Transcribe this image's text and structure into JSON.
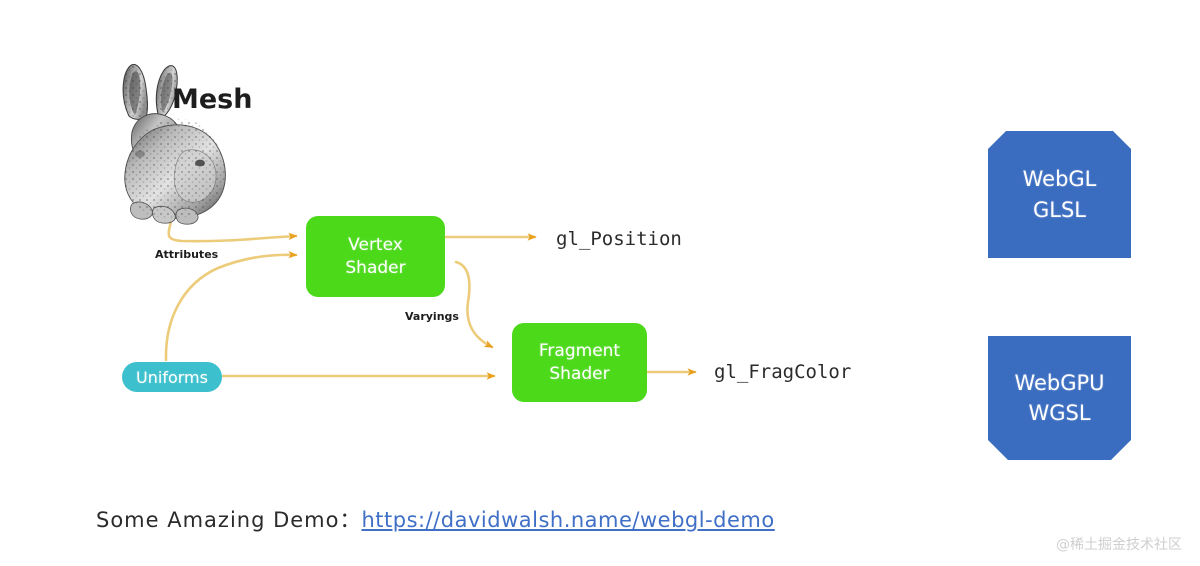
{
  "diagram": {
    "title": "WebGL shader pipeline",
    "mesh": {
      "label": "Mesh",
      "icon": "stanford-bunny-mesh"
    },
    "nodes": [
      {
        "id": "vertex-shader",
        "line1": "Vertex",
        "line2": "Shader",
        "color": "#4bd91a"
      },
      {
        "id": "fragment-shader",
        "line1": "Fragment",
        "line2": "Shader",
        "color": "#4bd91a"
      },
      {
        "id": "uniforms",
        "label": "Uniforms",
        "color": "#3cc0cd"
      }
    ],
    "edge_labels": {
      "attributes": "Attributes",
      "varyings": "Varyings"
    },
    "outputs": [
      {
        "id": "gl-position",
        "label": "gl_Position"
      },
      {
        "id": "gl-fragcolor",
        "label": "gl_FragColor"
      }
    ],
    "arrow_color": "#e8a01e",
    "wire_color": "#eccc7a"
  },
  "api_tiles": [
    {
      "id": "webgl",
      "line1": "WebGL",
      "line2": "GLSL",
      "color": "#3a6cc0"
    },
    {
      "id": "webgpu",
      "line1": "WebGPU",
      "line2": "WGSL",
      "color": "#3a6cc0"
    }
  ],
  "footer": {
    "prefix": "Some Amazing Demo：",
    "link_text": "https://davidwalsh.name/webgl-demo",
    "link_color": "#3f6fc6"
  },
  "watermark": {
    "text": "@稀土掘金技术社区"
  }
}
